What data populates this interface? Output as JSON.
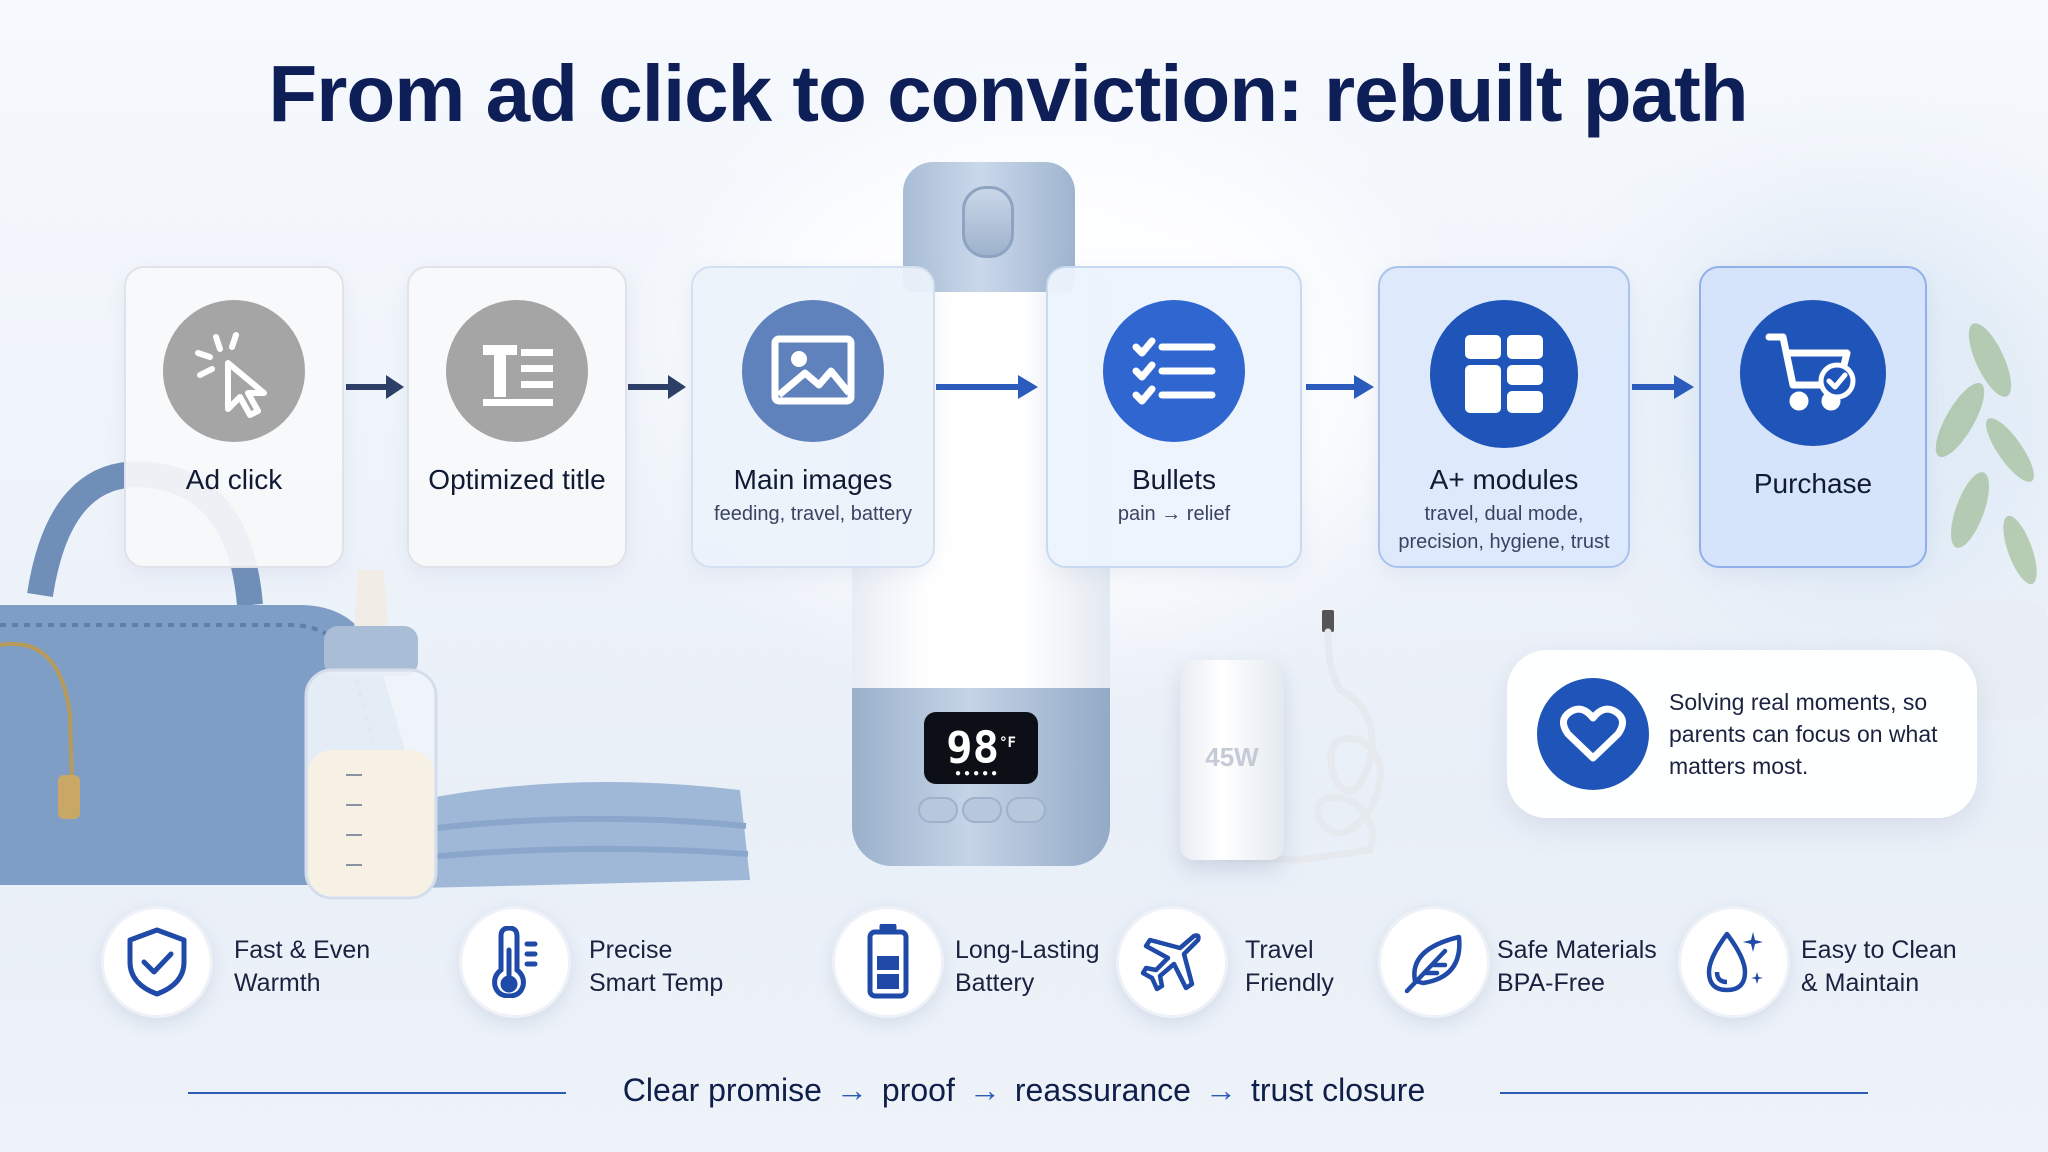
{
  "title": "From ad click to conviction: rebuilt path",
  "colors": {
    "navy": "#0e1e57",
    "accent_blue": "#1f55b8",
    "step_gray": "#a5a5a5",
    "step_mid_blue": "#5f82bd",
    "step_bright_blue": "#2f66d0"
  },
  "flow": {
    "steps": [
      {
        "label": "Ad click",
        "sub": "",
        "icon": "cursor-click-icon"
      },
      {
        "label": "Optimized title",
        "sub": "",
        "icon": "title-text-icon"
      },
      {
        "label": "Main images",
        "sub": "feeding, travel, battery",
        "icon": "image-icon"
      },
      {
        "label": "Bullets",
        "sub": "pain → relief",
        "icon": "checklist-icon"
      },
      {
        "label": "A+ modules",
        "sub": "travel, dual mode,\nprecision, hygiene, trust",
        "icon": "grid-modules-icon"
      },
      {
        "label": "Purchase",
        "sub": "",
        "icon": "cart-check-icon"
      }
    ]
  },
  "product": {
    "display_value": "98",
    "display_unit": "°F",
    "charger_label": "45W"
  },
  "callout": {
    "text": "Solving real moments, so parents can focus on what matters most.",
    "icon": "heart-icon"
  },
  "features": [
    {
      "label": "Fast & Even\nWarmth",
      "icon": "shield-check-icon"
    },
    {
      "label": "Precise\nSmart Temp",
      "icon": "thermometer-icon"
    },
    {
      "label": "Long-Lasting\nBattery",
      "icon": "battery-icon"
    },
    {
      "label": "Travel\nFriendly",
      "icon": "airplane-icon"
    },
    {
      "label": "Safe Materials\nBPA-Free",
      "icon": "leaf-icon"
    },
    {
      "label": "Easy to Clean\n& Maintain",
      "icon": "water-drop-sparkle-icon"
    }
  ],
  "tagline": {
    "parts": [
      "Clear promise",
      "proof",
      "reassurance",
      "trust closure"
    ],
    "separator": "→"
  }
}
